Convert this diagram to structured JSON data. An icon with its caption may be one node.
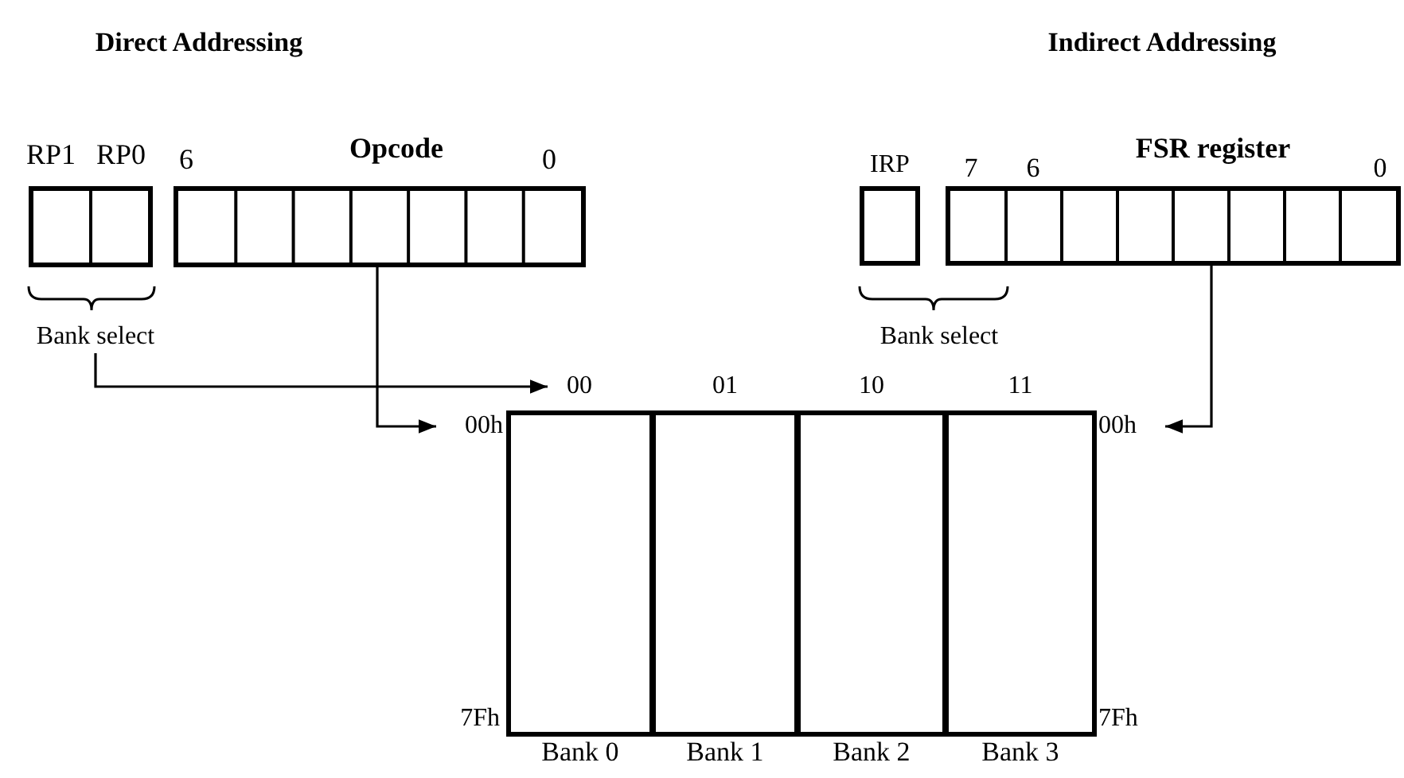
{
  "diagram": {
    "nodes": [
      {
        "text": [
          "RP1",
          "RP0"
        ]
      },
      {
        "text": [
          "Opcode"
        ]
      },
      {
        "text": [
          "Bank select"
        ]
      },
      {
        "text": [
          "IRP"
        ]
      },
      {
        "text": [
          "FSR register"
        ]
      },
      {
        "text": [
          "00"
        ]
      },
      {
        "text": [
          "00h"
        ]
      },
      {
        "text": [
          "00h"
        ]
      },
      {
        "text": [
          "Bank 0"
        ]
      },
      {
        "text": [
          "Bank 1"
        ]
      },
      {
        "text": [
          "Bank 2"
        ]
      },
      {
        "text": [
          "Bank 3"
        ]
      }
    ],
    "edges": [
      {
        "from": 2,
        "to": 5,
        "arrow": "to"
      },
      {
        "from": 1,
        "to": 6,
        "arrow": "to"
      },
      {
        "from": 4,
        "to": 7,
        "arrow": "to"
      }
    ],
    "labels": [
      "Direct Addressing",
      "Indirect Addressing",
      "6",
      "0",
      "7",
      "6",
      "0",
      "Bank select",
      "01",
      "10",
      "11",
      "7Fh",
      "7Fh"
    ]
  }
}
